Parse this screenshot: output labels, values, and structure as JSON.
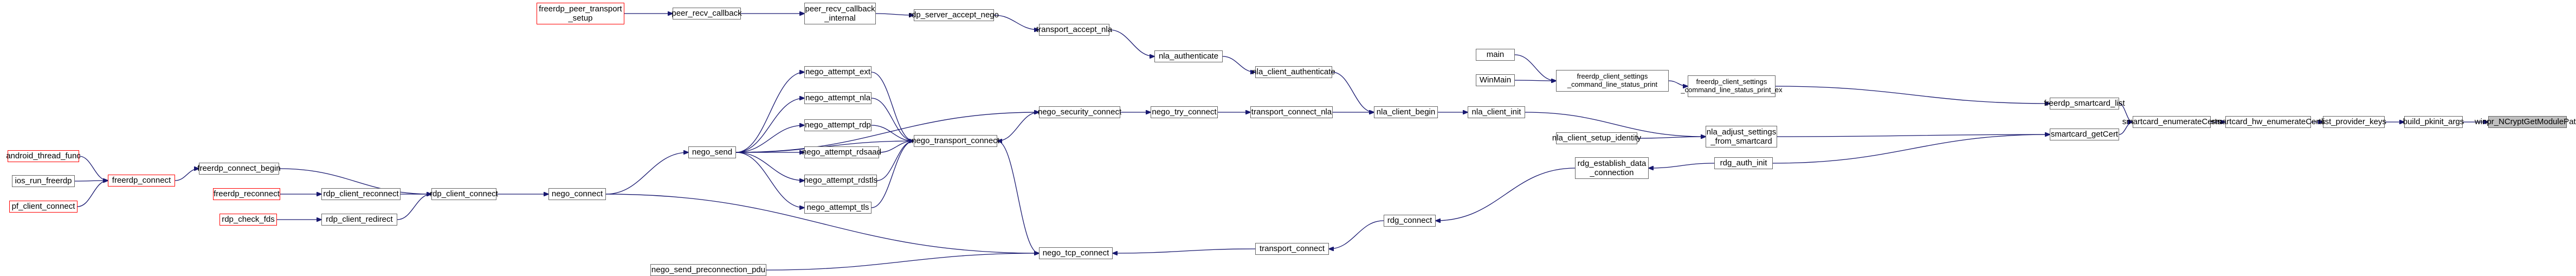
{
  "colors": {
    "edge": "#191970",
    "node_border": "#666666",
    "external_border": "#ff0000",
    "root_fill": "#bfbfbf"
  },
  "nodes": {
    "winpr_ncryptgetmodulepath": {
      "label": "winpr_NCryptGetModulePath",
      "style": "root"
    },
    "build_pkinit_args": {
      "label": "build_pkinit_args",
      "style": "normal"
    },
    "list_provider_keys": {
      "label": "list_provider_keys",
      "style": "normal"
    },
    "smartcard_hw_enumeratecerts": {
      "label": "smartcard_hw_enumerateCerts",
      "style": "normal"
    },
    "smartcard_enumeratecerts": {
      "label": "smartcard_enumerateCerts",
      "style": "normal"
    },
    "freerdp_smartcard_list": {
      "label": "freerdp_smartcard_list",
      "style": "normal"
    },
    "smartcard_getcert": {
      "label": "smartcard_getCert",
      "style": "normal"
    },
    "freerdp_client_settings_parse_ex": {
      "label": "freerdp_client_settings\n_command_line_status_print_ex",
      "style": "normal"
    },
    "freerdp_client_settings_parse": {
      "label": "freerdp_client_settings\n_command_line_status_print",
      "style": "normal"
    },
    "main": {
      "label": "main",
      "style": "normal"
    },
    "winmain": {
      "label": "WinMain",
      "style": "normal"
    },
    "nla_adjust_settings": {
      "label": "nla_adjust_settings\n_from_smartcard",
      "style": "normal"
    },
    "nla_client_init": {
      "label": "nla_client_init",
      "style": "normal"
    },
    "nla_client_setup_identity": {
      "label": "nla_client_setup_identity",
      "style": "normal"
    },
    "nla_client_begin": {
      "label": "nla_client_begin",
      "style": "normal"
    },
    "nla_client_authenticate": {
      "label": "nla_client_authenticate",
      "style": "normal"
    },
    "nla_authenticate": {
      "label": "nla_authenticate",
      "style": "normal"
    },
    "transport_accept_nla": {
      "label": "transport_accept_nla",
      "style": "normal"
    },
    "rdp_server_accept_nego": {
      "label": "rdp_server_accept_nego",
      "style": "normal"
    },
    "peer_recv_callback_internal": {
      "label": "peer_recv_callback\n_internal",
      "style": "normal"
    },
    "peer_recv_callback": {
      "label": "peer_recv_callback",
      "style": "normal"
    },
    "freerdp_peer_transport_setup": {
      "label": "freerdp_peer_transport\n_setup",
      "style": "external"
    },
    "transport_connect_nla": {
      "label": "transport_connect_nla",
      "style": "normal"
    },
    "nego_try_connect": {
      "label": "nego_try_connect",
      "style": "normal"
    },
    "nego_security_connect": {
      "label": "nego_security_connect",
      "style": "normal"
    },
    "nego_transport_connect": {
      "label": "nego_transport_connect",
      "style": "normal"
    },
    "nego_attempt_ext": {
      "label": "nego_attempt_ext",
      "style": "normal"
    },
    "nego_attempt_nla": {
      "label": "nego_attempt_nla",
      "style": "normal"
    },
    "nego_attempt_rdp": {
      "label": "nego_attempt_rdp",
      "style": "normal"
    },
    "nego_attempt_rdsaad": {
      "label": "nego_attempt_rdsaad",
      "style": "normal"
    },
    "nego_attempt_rdstls": {
      "label": "nego_attempt_rdstls",
      "style": "normal"
    },
    "nego_attempt_tls": {
      "label": "nego_attempt_tls",
      "style": "normal"
    },
    "nego_send": {
      "label": "nego_send",
      "style": "normal"
    },
    "nego_connect": {
      "label": "nego_connect",
      "style": "normal"
    },
    "rdp_client_connect": {
      "label": "rdp_client_connect",
      "style": "normal"
    },
    "freerdp_connect_begin": {
      "label": "freerdp_connect_begin",
      "style": "normal"
    },
    "freerdp_connect": {
      "label": "freerdp_connect",
      "style": "external"
    },
    "android_thread_func": {
      "label": "android_thread_func",
      "style": "external"
    },
    "ios_run_freerdp": {
      "label": "ios_run_freerdp",
      "style": "normal"
    },
    "pf_client_connect": {
      "label": "pf_client_connect",
      "style": "external"
    },
    "freerdp_reconnect": {
      "label": "freerdp_reconnect",
      "style": "external"
    },
    "rdp_client_reconnect": {
      "label": "rdp_client_reconnect",
      "style": "normal"
    },
    "rdp_client_redirect": {
      "label": "rdp_client_redirect",
      "style": "normal"
    },
    "rdp_check_fds": {
      "label": "rdp_check_fds",
      "style": "external"
    },
    "nego_tcp_connect": {
      "label": "nego_tcp_connect",
      "style": "normal"
    },
    "transport_connect": {
      "label": "transport_connect",
      "style": "normal"
    },
    "rdg_connect": {
      "label": "rdg_connect",
      "style": "normal"
    },
    "rdg_establish_data_connection": {
      "label": "rdg_establish_data\n_connection",
      "style": "normal"
    },
    "rdg_auth_init": {
      "label": "rdg_auth_init",
      "style": "normal"
    },
    "nego_send_preconnection_pdu": {
      "label": "nego_send_preconnection_pdu",
      "style": "normal"
    }
  },
  "edges": [
    [
      "build_pkinit_args",
      "winpr_ncryptgetmodulepath"
    ],
    [
      "list_provider_keys",
      "build_pkinit_args"
    ],
    [
      "smartcard_hw_enumeratecerts",
      "list_provider_keys"
    ],
    [
      "smartcard_enumeratecerts",
      "smartcard_hw_enumeratecerts"
    ],
    [
      "freerdp_smartcard_list",
      "smartcard_enumeratecerts"
    ],
    [
      "smartcard_getcert",
      "smartcard_enumeratecerts"
    ],
    [
      "freerdp_client_settings_parse_ex",
      "freerdp_smartcard_list"
    ],
    [
      "freerdp_client_settings_parse",
      "freerdp_client_settings_parse_ex"
    ],
    [
      "main",
      "freerdp_client_settings_parse"
    ],
    [
      "winmain",
      "freerdp_client_settings_parse"
    ],
    [
      "nla_adjust_settings",
      "smartcard_getcert"
    ],
    [
      "rdg_auth_init",
      "smartcard_getcert"
    ],
    [
      "nla_client_init",
      "nla_adjust_settings"
    ],
    [
      "nla_client_setup_identity",
      "nla_adjust_settings"
    ],
    [
      "nla_client_begin",
      "nla_client_init"
    ],
    [
      "nla_client_authenticate",
      "nla_client_begin"
    ],
    [
      "transport_connect_nla",
      "nla_client_begin"
    ],
    [
      "nla_authenticate",
      "nla_client_authenticate"
    ],
    [
      "transport_accept_nla",
      "nla_authenticate"
    ],
    [
      "rdp_server_accept_nego",
      "transport_accept_nla"
    ],
    [
      "peer_recv_callback_internal",
      "rdp_server_accept_nego"
    ],
    [
      "peer_recv_callback",
      "peer_recv_callback_internal"
    ],
    [
      "freerdp_peer_transport_setup",
      "peer_recv_callback"
    ],
    [
      "nego_try_connect",
      "transport_connect_nla"
    ],
    [
      "nego_security_connect",
      "nego_try_connect"
    ],
    [
      "nego_transport_connect",
      "nego_security_connect"
    ],
    [
      "nego_send",
      "nego_security_connect"
    ],
    [
      "nego_attempt_ext",
      "nego_transport_connect"
    ],
    [
      "nego_attempt_nla",
      "nego_transport_connect"
    ],
    [
      "nego_attempt_rdp",
      "nego_transport_connect"
    ],
    [
      "nego_attempt_rdsaad",
      "nego_transport_connect"
    ],
    [
      "nego_attempt_rdstls",
      "nego_transport_connect"
    ],
    [
      "nego_attempt_tls",
      "nego_transport_connect"
    ],
    [
      "nego_send",
      "nego_transport_connect"
    ],
    [
      "nego_send",
      "nego_attempt_ext"
    ],
    [
      "nego_send",
      "nego_attempt_nla"
    ],
    [
      "nego_send",
      "nego_attempt_rdp"
    ],
    [
      "nego_send",
      "nego_attempt_rdsaad"
    ],
    [
      "nego_send",
      "nego_attempt_rdstls"
    ],
    [
      "nego_send",
      "nego_attempt_tls"
    ],
    [
      "nego_connect",
      "nego_send"
    ],
    [
      "nego_connect",
      "nego_tcp_connect"
    ],
    [
      "rdp_client_connect",
      "nego_connect"
    ],
    [
      "freerdp_connect_begin",
      "rdp_client_connect"
    ],
    [
      "rdp_client_reconnect",
      "rdp_client_connect"
    ],
    [
      "rdp_client_redirect",
      "rdp_client_connect"
    ],
    [
      "freerdp_connect",
      "freerdp_connect_begin"
    ],
    [
      "android_thread_func",
      "freerdp_connect"
    ],
    [
      "ios_run_freerdp",
      "freerdp_connect"
    ],
    [
      "pf_client_connect",
      "freerdp_connect"
    ],
    [
      "freerdp_reconnect",
      "rdp_client_reconnect"
    ],
    [
      "rdp_check_fds",
      "rdp_client_redirect"
    ],
    [
      "nego_tcp_connect",
      "nego_transport_connect"
    ],
    [
      "transport_connect",
      "nego_tcp_connect"
    ],
    [
      "nego_send_preconnection_pdu",
      "nego_tcp_connect"
    ],
    [
      "rdg_connect",
      "transport_connect"
    ],
    [
      "rdg_establish_data_connection",
      "rdg_connect"
    ],
    [
      "rdg_auth_init",
      "rdg_establish_data_connection"
    ]
  ]
}
